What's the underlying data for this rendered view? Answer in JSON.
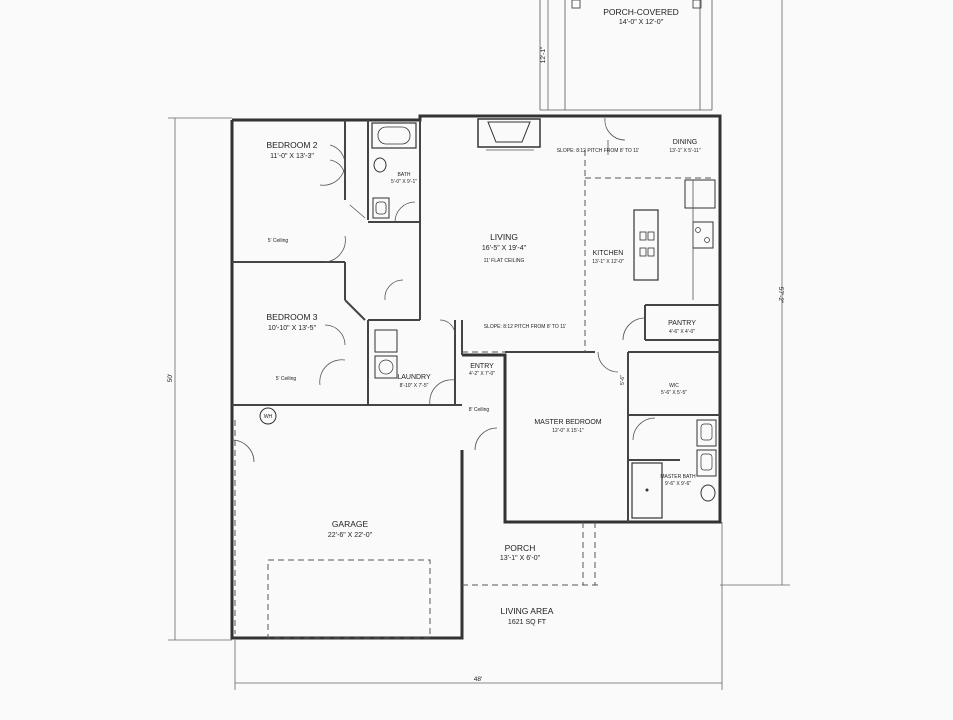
{
  "rooms": {
    "porch_covered": {
      "name": "PORCH-COVERED",
      "size": "14'-0\" X 12'-0\""
    },
    "bedroom2": {
      "name": "BEDROOM 2",
      "size": "11'-0\" X 13'-3\"",
      "note": "5' Ceiling"
    },
    "bath": {
      "name": "BATH",
      "size": "5'-0\" X 9'-1\""
    },
    "living": {
      "name": "LIVING",
      "size": "16'-5\" X 19'-4\"",
      "note": "11' FLAT CEILING"
    },
    "dining": {
      "name": "DINING",
      "size": "13'-1\" X 5'-11\""
    },
    "kitchen": {
      "name": "KITCHEN",
      "size": "13'-1\" X 12'-0\""
    },
    "bedroom3": {
      "name": "BEDROOM 3",
      "size": "10'-10\" X 13'-5\"",
      "note": "5' Ceiling"
    },
    "laundry": {
      "name": "LAUNDRY",
      "size": "8'-10\" X 7'-5\""
    },
    "pantry": {
      "name": "PANTRY",
      "size": "4'-6\" X 4'-0\""
    },
    "entry": {
      "name": "ENTRY",
      "size": "4'-2\" X 7'-0\"",
      "note": "8' Ceiling"
    },
    "master_bedroom": {
      "name": "MASTER BEDROOM",
      "size": "12'-0\" X 15'-1\""
    },
    "wic": {
      "name": "WIC",
      "size": "5'-6\" X 5'-5\""
    },
    "master_bath": {
      "name": "MASTER BATH",
      "size": "9'-6\" X 9'-6\""
    },
    "garage": {
      "name": "GARAGE",
      "size": "22'-6\" X 22'-0\""
    },
    "porch": {
      "name": "PORCH",
      "size": "13'-1\" X 6'-0\""
    }
  },
  "notes": {
    "slope_top": "SLOPE: 8:12 PITCH FROM 8' TO 11'",
    "slope_bottom": "SLOPE: 8:12 PITCH FROM 8' TO 11'",
    "wh": "WH"
  },
  "dimensions": {
    "left": "50'",
    "right": "57'-2\"",
    "bottom": "48'",
    "porch_depth": "12'-1\"",
    "wic_gap": "5'-6\""
  },
  "summary": {
    "title": "LIVING AREA",
    "area": "1621 SQ FT"
  }
}
